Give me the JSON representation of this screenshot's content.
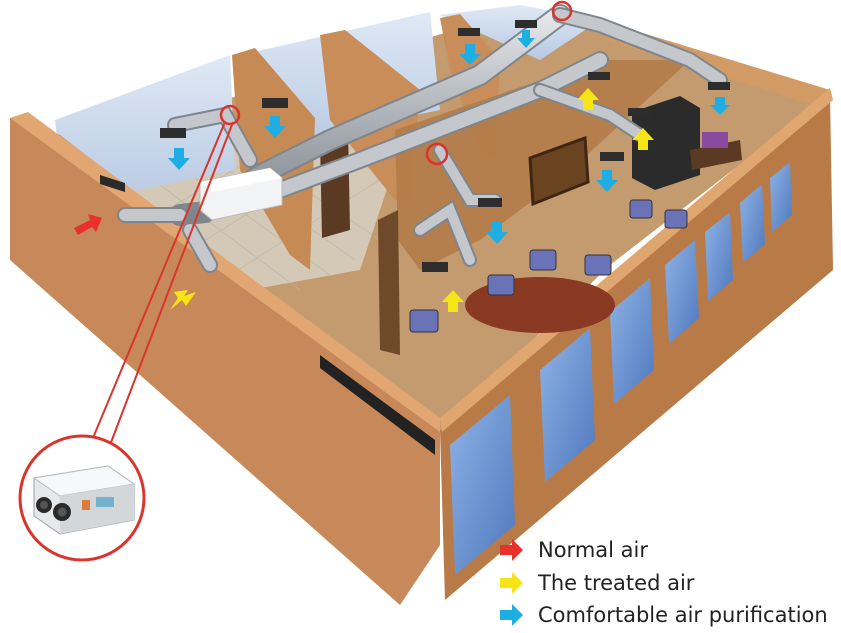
{
  "legend": {
    "items": [
      {
        "label": "Normal air",
        "color": "#e8312c"
      },
      {
        "label": "The treated air",
        "color": "#f6e516"
      },
      {
        "label": "Comfortable air purification",
        "color": "#1eaee4"
      }
    ]
  },
  "colors": {
    "wall": "#c98a55",
    "wall_dark": "#a86c3c",
    "floor": "#c39b6f",
    "duct": "#b8bcc2",
    "glass": "#6f9ad6",
    "highlight_ring": "#d9352d"
  },
  "icons": [
    "arrow-red-icon",
    "arrow-yellow-icon",
    "arrow-blue-icon",
    "ventilation-unit-icon"
  ]
}
